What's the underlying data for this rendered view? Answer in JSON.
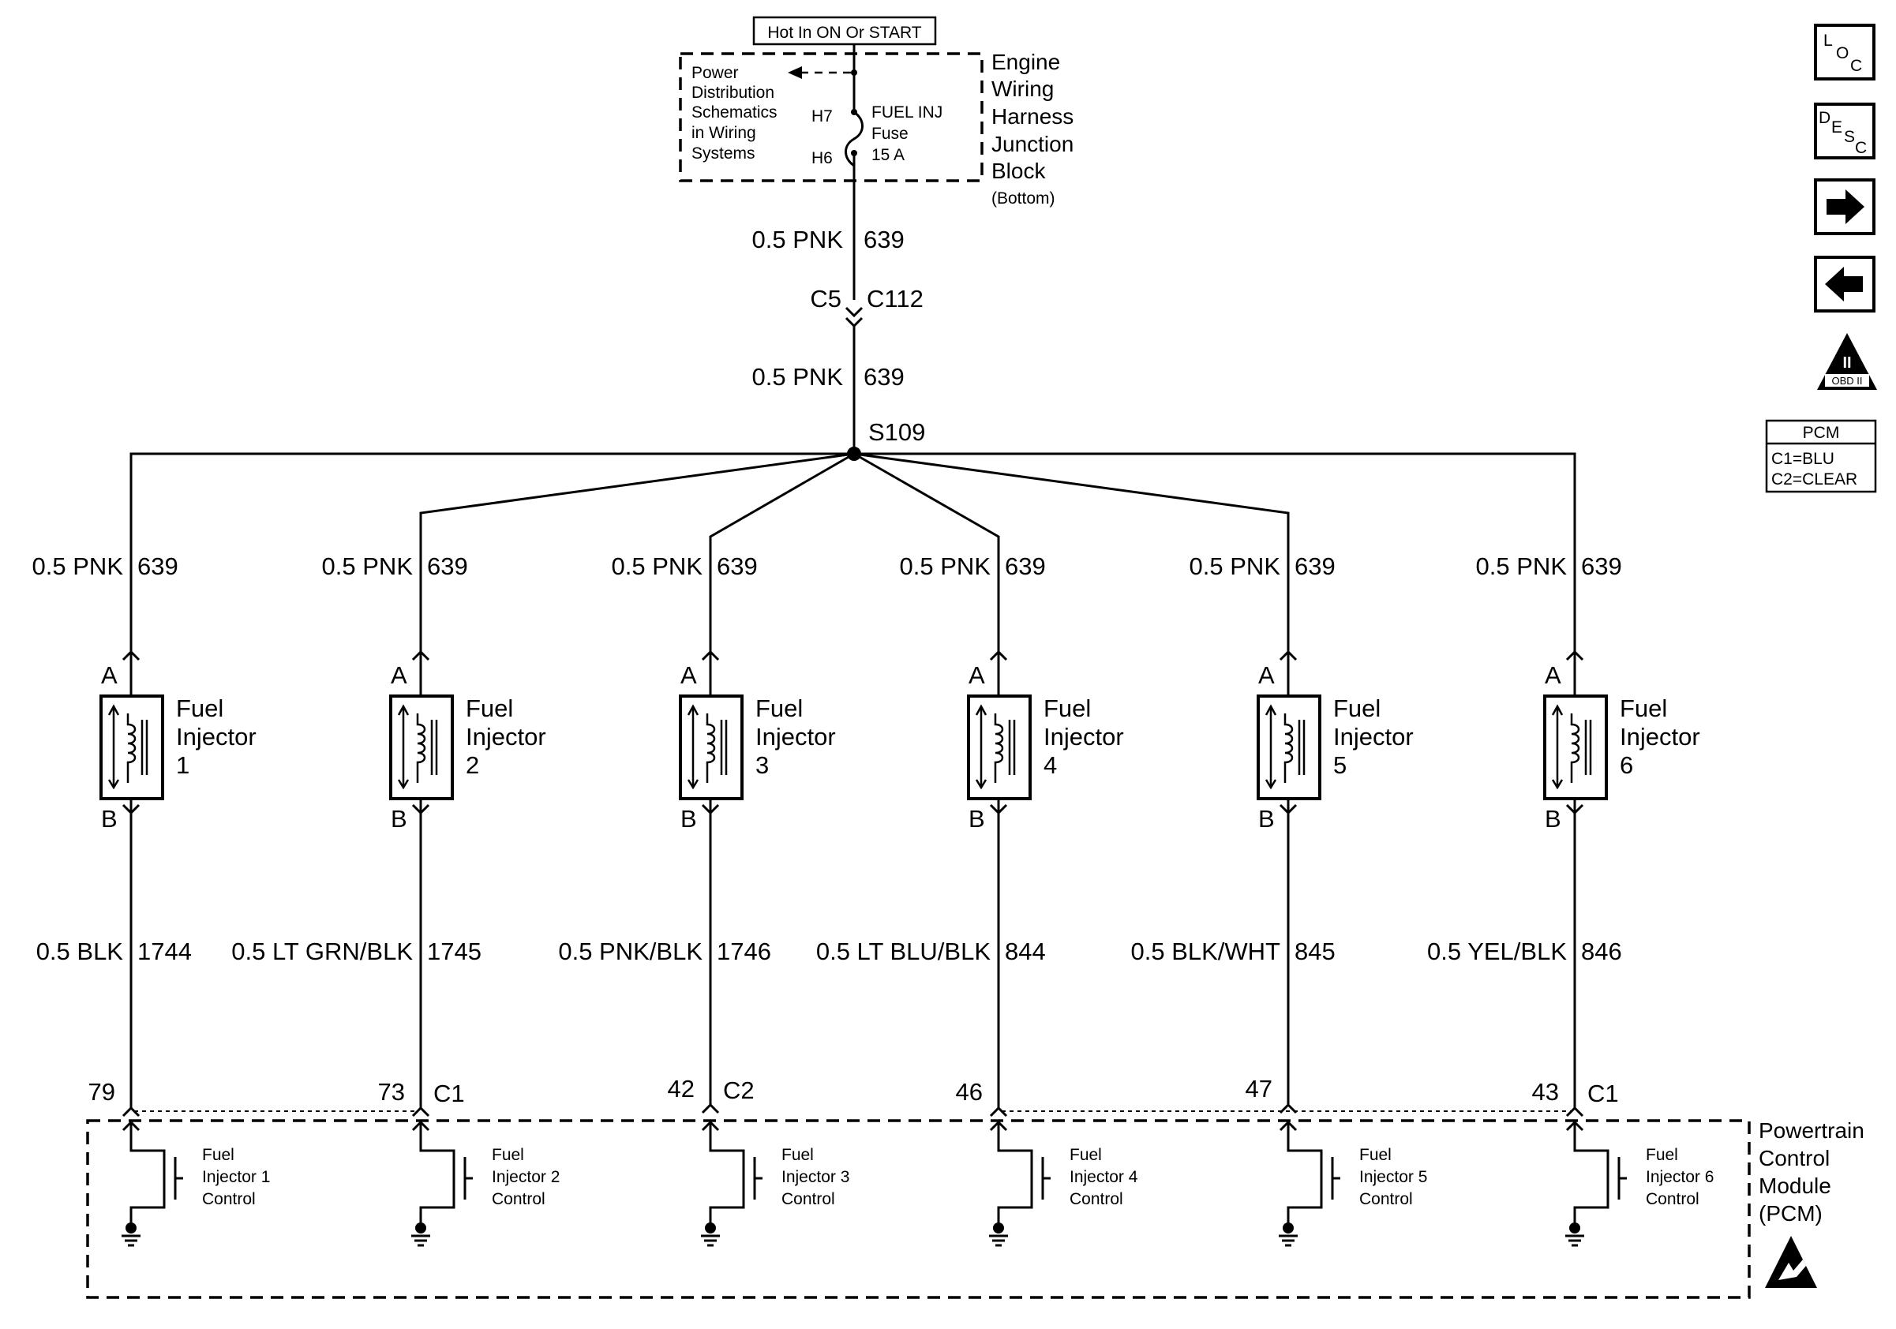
{
  "header": {
    "hot_label": "Hot In ON Or START"
  },
  "junction_block": {
    "power_dist_lines": [
      "Power",
      "Distribution",
      "Schematics",
      "in Wiring",
      "Systems"
    ],
    "pin_top": "H7",
    "pin_bottom": "H6",
    "fuse_lines": [
      "FUEL INJ",
      "Fuse",
      "15 A"
    ],
    "name_lines": [
      "Engine",
      "Wiring",
      "Harness",
      "Junction",
      "Block"
    ],
    "name_sub": "(Bottom)"
  },
  "feed": {
    "wire1_color": "0.5 PNK",
    "wire1_circuit": "639",
    "conn_left": "C5",
    "conn_right": "C112",
    "wire2_color": "0.5 PNK",
    "wire2_circuit": "639",
    "splice": "S109"
  },
  "injectors": [
    {
      "upper_color": "0.5 PNK",
      "upper_circuit": "639",
      "pin_a": "A",
      "pin_b": "B",
      "name1": "Fuel",
      "name2": "Injector",
      "number": "1",
      "lower_color": "0.5 BLK",
      "lower_circuit": "1744",
      "pcm_pin": "79",
      "pcm_conn": "",
      "ctrl1": "Fuel",
      "ctrl2": "Injector 1",
      "ctrl3": "Control"
    },
    {
      "upper_color": "0.5 PNK",
      "upper_circuit": "639",
      "pin_a": "A",
      "pin_b": "B",
      "name1": "Fuel",
      "name2": "Injector",
      "number": "2",
      "lower_color": "0.5 LT GRN/BLK",
      "lower_circuit": "1745",
      "pcm_pin": "73",
      "pcm_conn": "C1",
      "ctrl1": "Fuel",
      "ctrl2": "Injector 2",
      "ctrl3": "Control"
    },
    {
      "upper_color": "0.5 PNK",
      "upper_circuit": "639",
      "pin_a": "A",
      "pin_b": "B",
      "name1": "Fuel",
      "name2": "Injector",
      "number": "3",
      "lower_color": "0.5 PNK/BLK",
      "lower_circuit": "1746",
      "pcm_pin": "42",
      "pcm_conn": "C2",
      "ctrl1": "Fuel",
      "ctrl2": "Injector 3",
      "ctrl3": "Control"
    },
    {
      "upper_color": "0.5 PNK",
      "upper_circuit": "639",
      "pin_a": "A",
      "pin_b": "B",
      "name1": "Fuel",
      "name2": "Injector",
      "number": "4",
      "lower_color": "0.5 LT BLU/BLK",
      "lower_circuit": "844",
      "pcm_pin": "46",
      "pcm_conn": "",
      "ctrl1": "Fuel",
      "ctrl2": "Injector 4",
      "ctrl3": "Control"
    },
    {
      "upper_color": "0.5 PNK",
      "upper_circuit": "639",
      "pin_a": "A",
      "pin_b": "B",
      "name1": "Fuel",
      "name2": "Injector",
      "number": "5",
      "lower_color": "0.5 BLK/WHT",
      "lower_circuit": "845",
      "pcm_pin": "47",
      "pcm_conn": "",
      "ctrl1": "Fuel",
      "ctrl2": "Injector 5",
      "ctrl3": "Control"
    },
    {
      "upper_color": "0.5 PNK",
      "upper_circuit": "639",
      "pin_a": "A",
      "pin_b": "B",
      "name1": "Fuel",
      "name2": "Injector",
      "number": "6",
      "lower_color": "0.5 YEL/BLK",
      "lower_circuit": "846",
      "pcm_pin": "43",
      "pcm_conn": "C1",
      "ctrl1": "Fuel",
      "ctrl2": "Injector 6",
      "ctrl3": "Control"
    }
  ],
  "pcm": {
    "name_lines": [
      "Powertrain",
      "Control",
      "Module",
      "(PCM)"
    ]
  },
  "sidebar": {
    "loc": {
      "a": "L",
      "b": "O",
      "c": "C"
    },
    "desc": {
      "a": "D",
      "b": "E",
      "c": "S",
      "d": "C"
    },
    "obd_numeral": "II",
    "obd_label": "OBD II",
    "pcm_legend_title": "PCM",
    "pcm_legend_c1": "C1=BLU",
    "pcm_legend_c2": "C2=CLEAR"
  },
  "colors": {
    "ink": "#000000",
    "paper": "#ffffff"
  }
}
